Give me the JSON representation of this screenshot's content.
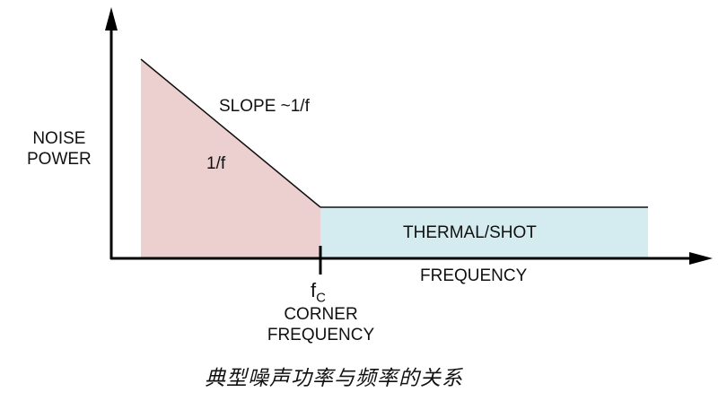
{
  "y_axis_label": [
    "NOISE",
    "POWER"
  ],
  "x_axis_label": "FREQUENCY",
  "slope_label": "SLOPE ~1/f",
  "region_1f_label": "1/f",
  "region_thermal_label": "THERMAL/SHOT",
  "corner": {
    "symbol": "f",
    "subscript": "C",
    "label_line1": "CORNER",
    "label_line2": "FREQUENCY"
  },
  "caption": "典型噪声功率与频率的关系",
  "colors": {
    "pink_region": "#ecd0d0",
    "blue_region": "#d4ebf0",
    "axis": "#000000"
  }
}
